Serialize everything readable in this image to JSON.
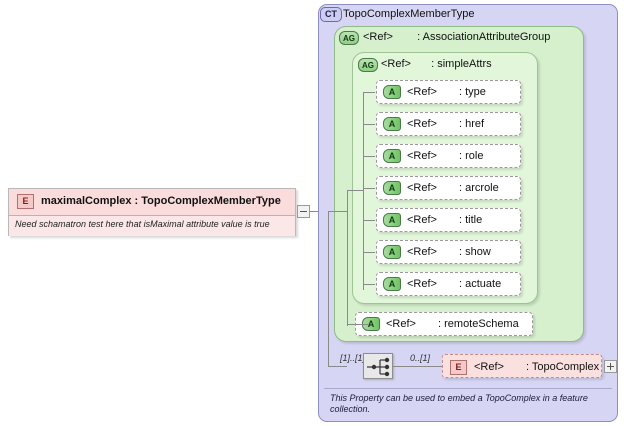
{
  "diagram": {
    "kind": "xsd-schema-diagram",
    "colors": {
      "complex_type_panel": "#d6d6f4",
      "attribute_group": "#d6f0cd",
      "attribute_group_inner": "#e2f6da",
      "element_pink": "#fbe7e7",
      "element_header_pink": "#fbdcdc",
      "connector_line": "#8a8a8a"
    }
  },
  "root_element": {
    "icon": "element-badge",
    "badge": "E",
    "name": "maximalComplex",
    "separator": ":",
    "type": "TopoComplexMemberType",
    "title": "maximalComplex : TopoComplexMemberType",
    "annotation": "Need schamatron test here that isMaximal attribute value is true",
    "expander": "minus"
  },
  "complex_type": {
    "badge": "CT",
    "name": "TopoComplexMemberType",
    "annotation": "This Property can be used to embed a TopoComplex in a feature collection."
  },
  "attribute_group_outer": {
    "badge": "AG",
    "ref": "<Ref>",
    "separator": ":",
    "name": "AssociationAttributeGroup"
  },
  "attribute_group_inner": {
    "badge": "AG",
    "ref": "<Ref>",
    "separator": ":",
    "name": "simpleAttrs",
    "attributes": [
      {
        "badge": "A",
        "ref": "<Ref>",
        "separator": ":",
        "name": "type"
      },
      {
        "badge": "A",
        "ref": "<Ref>",
        "separator": ":",
        "name": "href"
      },
      {
        "badge": "A",
        "ref": "<Ref>",
        "separator": ":",
        "name": "role"
      },
      {
        "badge": "A",
        "ref": "<Ref>",
        "separator": ":",
        "name": "arcrole"
      },
      {
        "badge": "A",
        "ref": "<Ref>",
        "separator": ":",
        "name": "title"
      },
      {
        "badge": "A",
        "ref": "<Ref>",
        "separator": ":",
        "name": "show"
      },
      {
        "badge": "A",
        "ref": "<Ref>",
        "separator": ":",
        "name": "actuate"
      }
    ]
  },
  "attribute_remote_schema": {
    "badge": "A",
    "ref": "<Ref>",
    "separator": ":",
    "name": "remoteSchema"
  },
  "sequence": {
    "icon": "sequence-compositor-icon",
    "cardinality": "[1]..[1]"
  },
  "child_element": {
    "badge": "E",
    "ref": "<Ref>",
    "separator": ":",
    "name": "TopoComplex",
    "cardinality": "0..[1]",
    "expander": "plus"
  }
}
